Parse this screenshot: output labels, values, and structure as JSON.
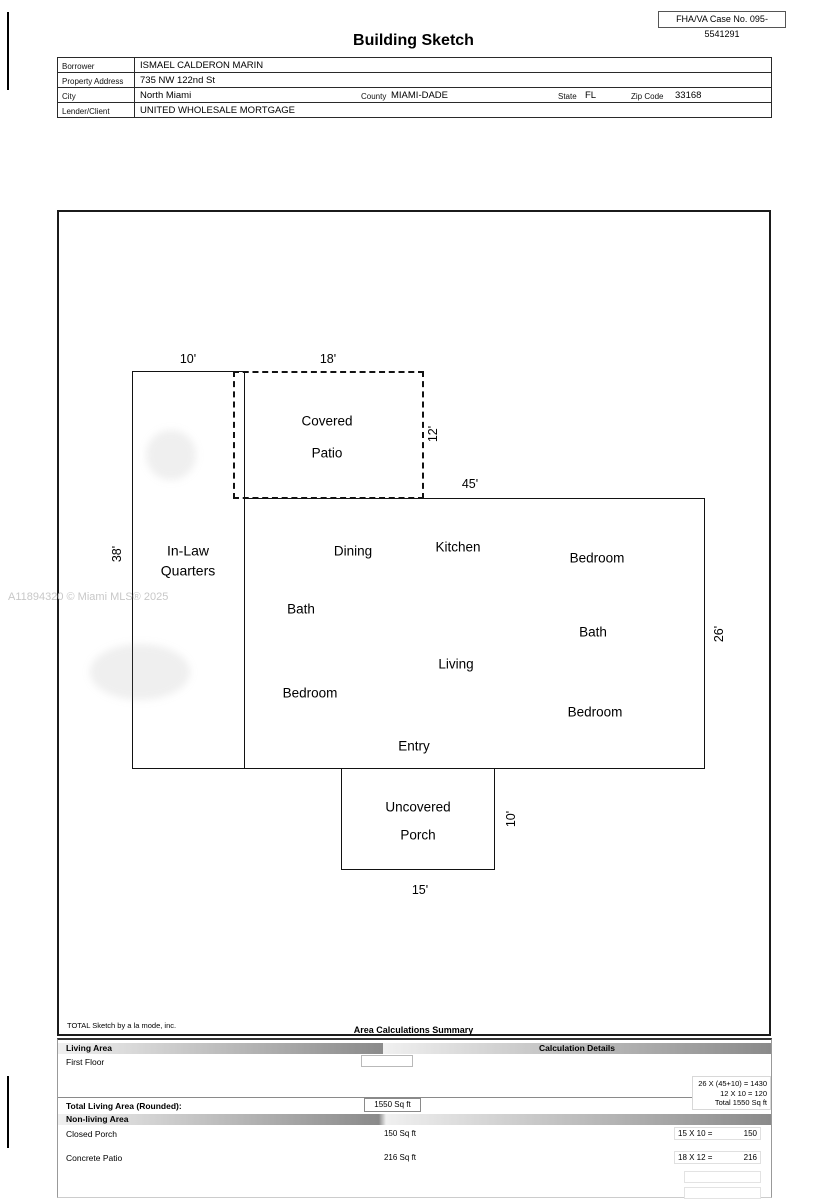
{
  "page": {
    "fha_case_no": "FHA/VA Case No. 095-5541291",
    "title": "Building Sketch",
    "watermark": "A11894320 © Miami MLS® 2025"
  },
  "property": {
    "borrower_label": "Borrower",
    "borrower": "ISMAEL CALDERON MARIN",
    "address_label": "Property Address",
    "address": "735 NW 122nd St",
    "city_label": "City",
    "city": "North Miami",
    "county_label": "County",
    "county": "MIAMI-DADE",
    "state_label": "State",
    "state": "FL",
    "zip_label": "Zip Code",
    "zip": "33168",
    "lender_label": "Lender/Client",
    "lender": "UNITED WHOLESALE MORTGAGE"
  },
  "sketch": {
    "labels": {
      "in_law": "In-Law Quarters",
      "covered_patio": "Covered Patio",
      "porch": "Uncovered Porch"
    },
    "rooms": [
      "Dining",
      "Kitchen",
      "Bedroom",
      "Bath",
      "Bath",
      "Living",
      "Bedroom",
      "Bedroom",
      "Entry"
    ],
    "dims": {
      "inlaw_top": "10'",
      "inlaw_side": "38'",
      "patio_top": "18'",
      "patio_side": "12'",
      "main_top": "45'",
      "main_side": "26'",
      "porch_side": "10'",
      "porch_bottom": "15'"
    }
  },
  "area_summary": {
    "credit": "TOTAL Sketch by a la mode, inc.",
    "title": "Area Calculations Summary",
    "living_header": "Living Area",
    "calc_header": "Calculation Details",
    "first_floor_label": "First Floor",
    "calc_line1": "26 X (45+10) = 1430",
    "calc_line2": "12 X 10 = 120",
    "calc_line3": "Total 1550 Sq ft",
    "total_label": "Total Living Area (Rounded):",
    "total_value": "1550 Sq ft",
    "nonliving_header": "Non-living Area",
    "rows": [
      {
        "label": "Closed Porch",
        "area": "150 Sq ft",
        "formula": "15 X 10 =",
        "result": "150"
      },
      {
        "label": "Concrete Patio",
        "area": "216 Sq ft",
        "formula": "18 X 12 =",
        "result": "216"
      }
    ]
  }
}
